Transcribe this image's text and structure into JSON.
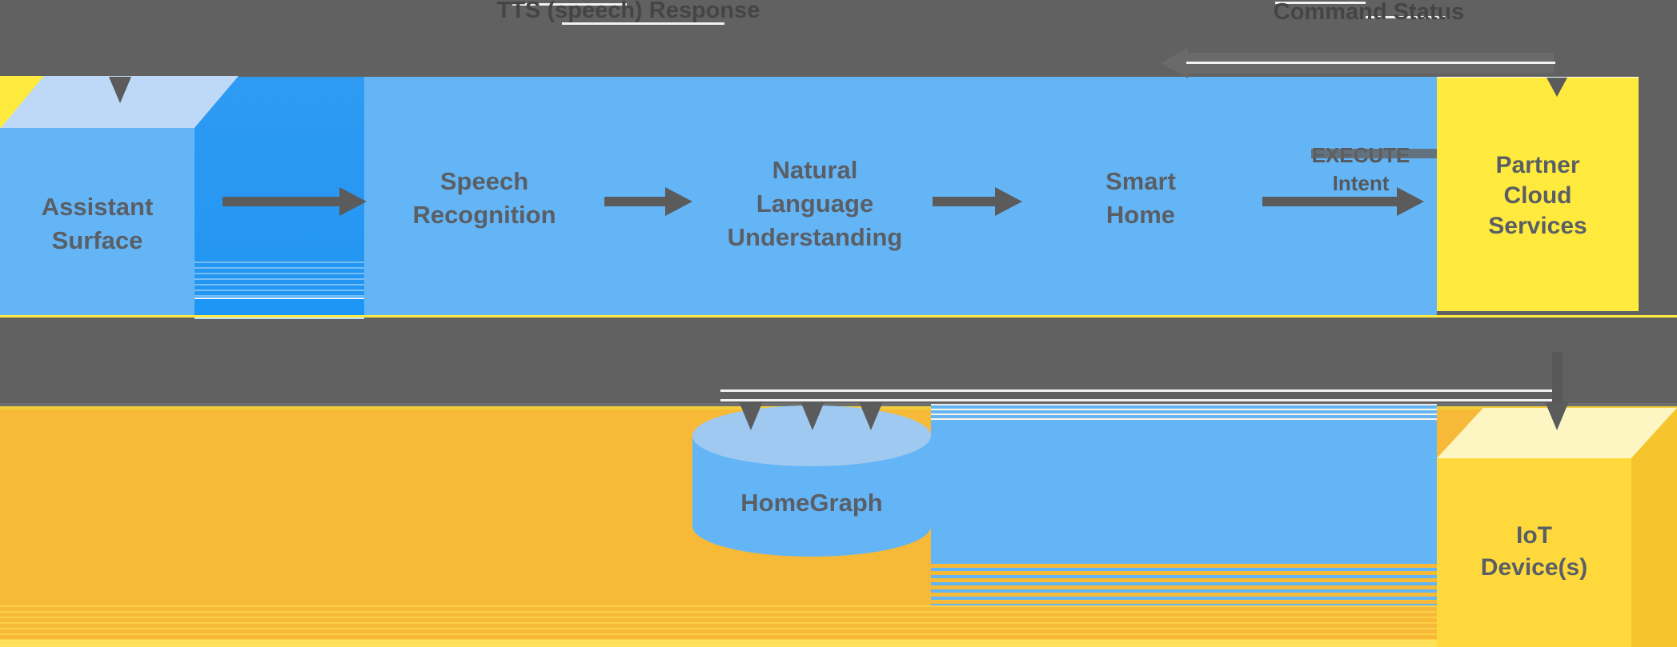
{
  "colors": {
    "band_gray": "#616161",
    "arrow_gray": "#5B5B5B",
    "shaft_gray": "#585858",
    "blue": "#64B5F6",
    "blue_dark": "#2E9AF3",
    "blue_pale": "#BDD9F7",
    "cylinder_top_blue": "#9FC9F1",
    "yellow": "#FFEA3D",
    "yellow_pale": "#FDF6C3",
    "yellow_bright": "#FFD93C",
    "yellow_side": "#F6C52E",
    "orange": "#F7BA38",
    "label_text": "#5A5F66",
    "band_text": "#454545"
  },
  "top_band": {
    "tts_response_label": "TTS (speech) Response",
    "command_status_label": "Command Status"
  },
  "nodes": {
    "assistant_surface": "Assistant\nSurface",
    "speech_recognition": "Speech\nRecognition",
    "natural_language_understanding": "Natural\nLanguage\nUnderstanding",
    "smart_home": "Smart\nHome",
    "partner_cloud_services": "Partner\nCloud\nServices",
    "homegraph": "HomeGraph",
    "iot_devices": "IoT\nDevice(s)"
  },
  "edge_labels": {
    "execute_intent": "EXECUTE\nIntent"
  }
}
